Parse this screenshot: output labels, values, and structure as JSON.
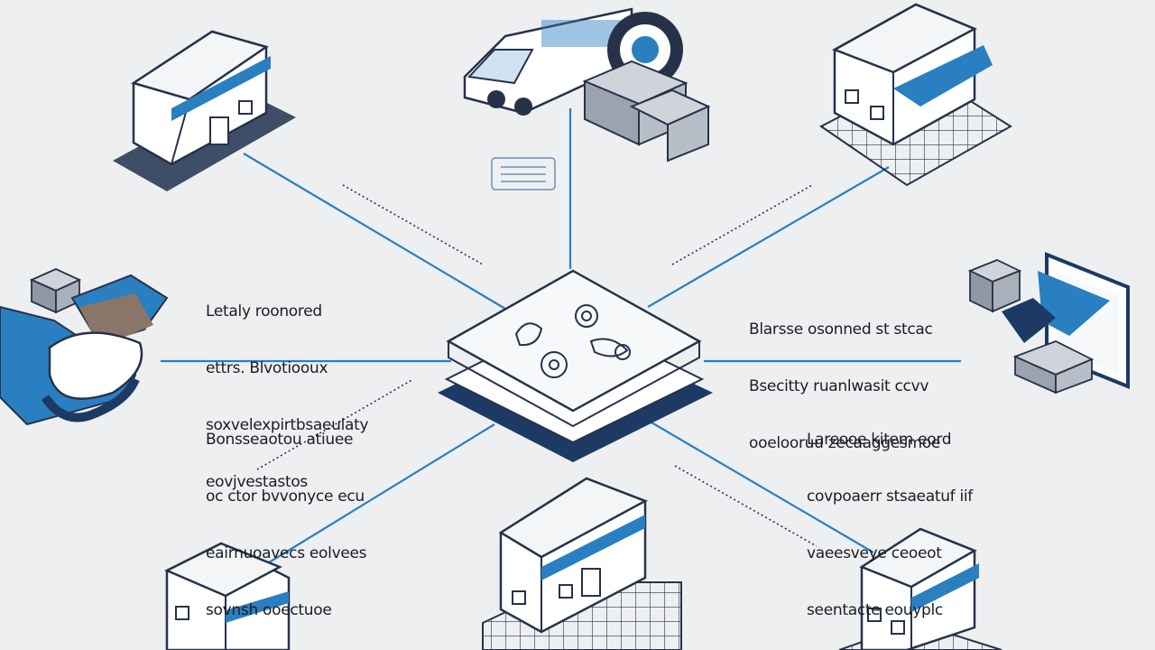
{
  "diagram": {
    "accent": "#2a7fc1",
    "dark": "#1c3a63",
    "outline": "#27324a",
    "nodes": [
      {
        "name": "warehouse-top-left",
        "icon": "warehouse-icon"
      },
      {
        "name": "truck-and-gear",
        "icon": "delivery-truck-icon"
      },
      {
        "name": "store-top-right",
        "icon": "storefront-icon"
      },
      {
        "name": "handshake",
        "icon": "handshake-icon"
      },
      {
        "name": "central-hub",
        "icon": "gears-icon"
      },
      {
        "name": "laptop-parcels",
        "icon": "laptop-icon"
      },
      {
        "name": "store-bottom-left",
        "icon": "storefront-icon"
      },
      {
        "name": "store-bottom-center",
        "icon": "storefront-icon"
      },
      {
        "name": "store-bottom-right",
        "icon": "storefront-icon"
      }
    ],
    "labels": {
      "top_left": [
        "Letaly roonored",
        "ettrs. Blvotiooux",
        "soxvelexpirtbsaeulaty",
        "eovjvestastos"
      ],
      "top_right": [
        "Blarsse osonned st stcac",
        "Bsecitty ruanlwasit ccvv",
        "ooelooruu zecaaggesmoe"
      ],
      "bottom_left": [
        "Bonsseaotou atiuee",
        "oc ctor bvvonyce ecu",
        "eairnuoavecs eolvees",
        "sovnsh ooectuoe"
      ],
      "bottom_right": [
        "Lareooe kitem eord",
        "covpoaerr stsaeatuf iif",
        "vaeesveye ceoeot",
        "seentacte eouyplc"
      ]
    }
  }
}
